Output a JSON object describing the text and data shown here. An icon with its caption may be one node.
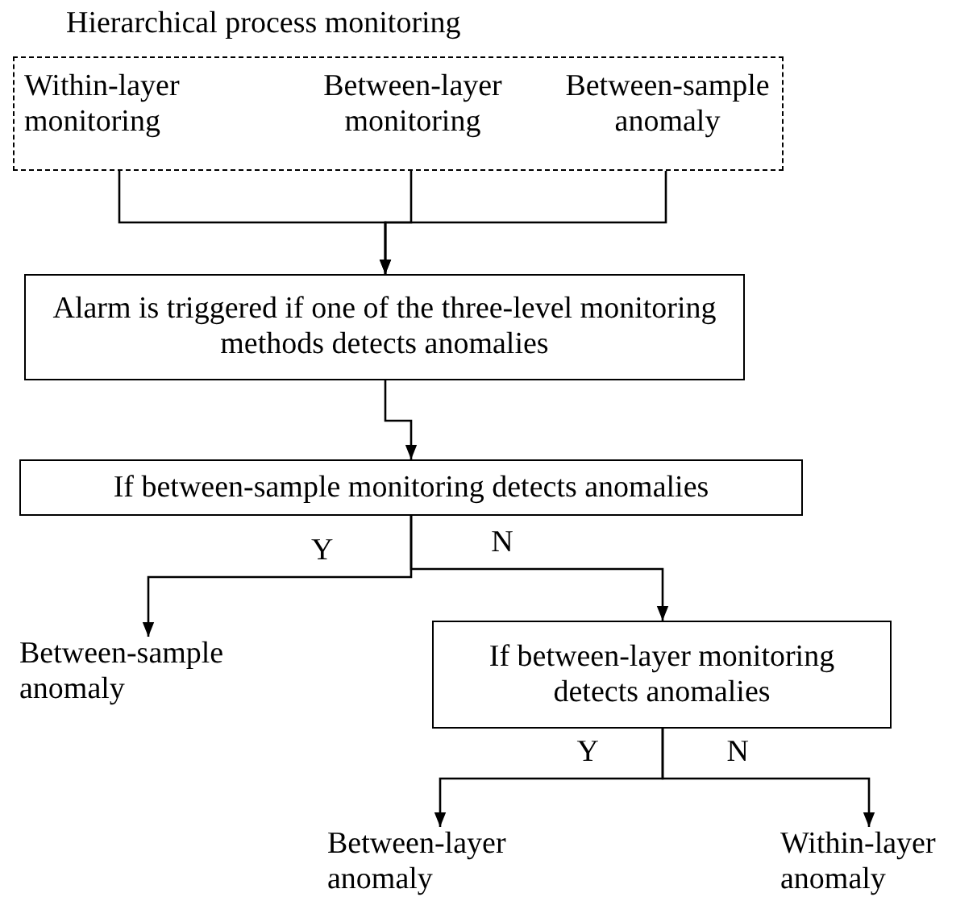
{
  "diagram": {
    "nodes": [
      {
        "text": [
          "Hierarchical process monitoring"
        ]
      },
      {
        "text": [
          "Within-layer monitoring"
        ],
        "in": 0
      },
      {
        "text": [
          "Between-layer monitoring"
        ],
        "in": 0
      },
      {
        "text": [
          "Between-sample anomaly"
        ],
        "in": 0
      },
      {
        "text": [
          "Alarm is triggered if one of the three-level monitoring methods detects anomalies"
        ]
      },
      {
        "text": [
          "If between-sample monitoring detects anomalies"
        ]
      },
      {
        "text": [
          "Between-sample anomaly"
        ]
      },
      {
        "text": [
          "If between-layer monitoring detects anomalies"
        ]
      },
      {
        "text": [
          "Between-layer anomaly"
        ]
      },
      {
        "text": [
          "Within-layer anomaly"
        ]
      }
    ],
    "edges": [
      {
        "from": 1,
        "to": 4,
        "arrow": "to"
      },
      {
        "from": 2,
        "to": 4,
        "arrow": "to"
      },
      {
        "from": 3,
        "to": 4,
        "arrow": "to"
      },
      {
        "from": 4,
        "to": 5,
        "arrow": "to"
      },
      {
        "from": 5,
        "to": 6,
        "arrow": "to",
        "label": "Y"
      },
      {
        "from": 5,
        "to": 7,
        "arrow": "to",
        "label": "N"
      },
      {
        "from": 7,
        "to": 8,
        "arrow": "to",
        "label": "Y"
      },
      {
        "from": 7,
        "to": 9,
        "arrow": "to",
        "label": "N"
      }
    ]
  }
}
